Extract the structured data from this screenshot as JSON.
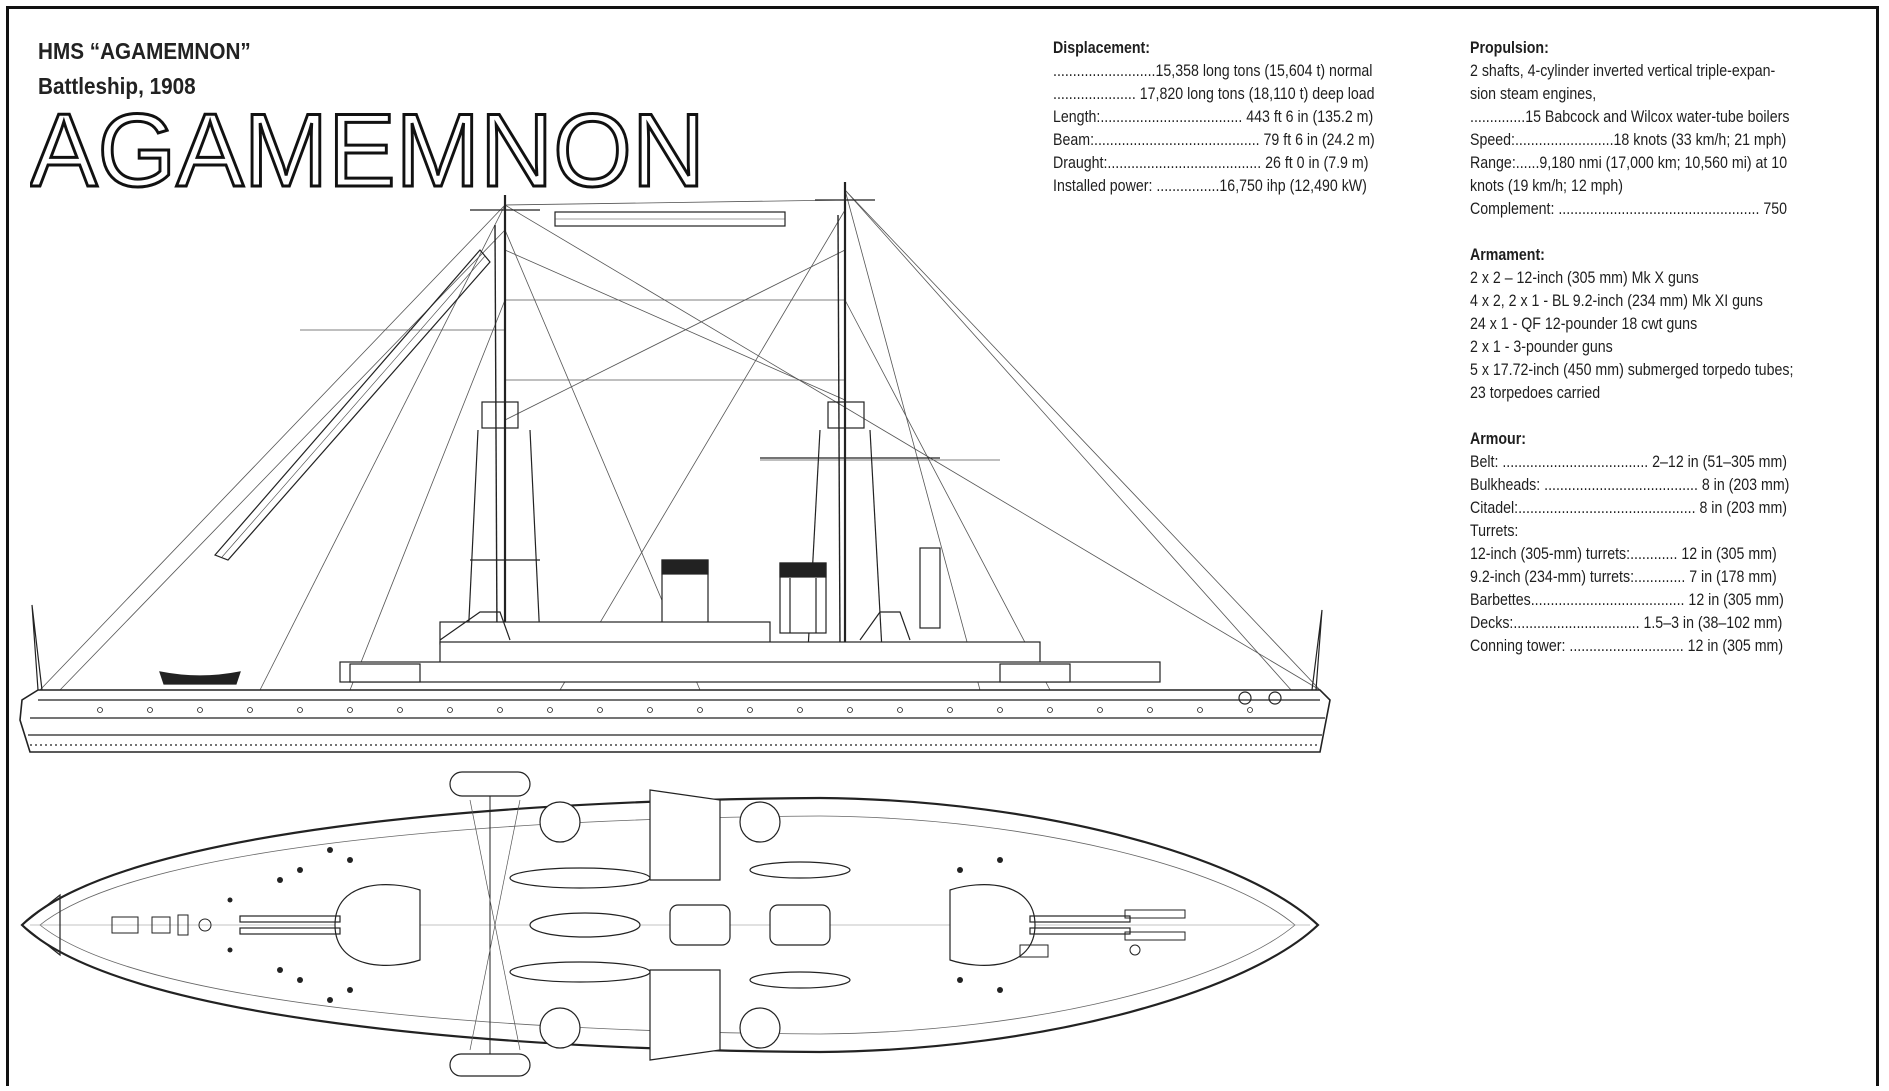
{
  "header": {
    "line1": "HMS “AGAMEMNON”",
    "line2": "Battleship, 1908",
    "big_title": "AGAMEMNON"
  },
  "specs_left": [
    {
      "key": "disp_h",
      "text": "Displacement:",
      "bold": true
    },
    {
      "key": "disp_1",
      "text": "..........................15,358 long tons (15,604 t) normal"
    },
    {
      "key": "disp_2",
      "text": "..................... 17,820 long tons (18,110 t) deep load"
    },
    {
      "key": "length",
      "text": "Length:.................................... 443 ft 6 in (135.2 m)"
    },
    {
      "key": "beam",
      "text": "Beam:.......................................... 79 ft 6 in (24.2 m)"
    },
    {
      "key": "draught",
      "text": "Draught:....................................... 26 ft 0 in (7.9 m)"
    },
    {
      "key": "power",
      "text": "Installed power: ................16,750 ihp (12,490 kW)"
    }
  ],
  "specs_right": [
    {
      "key": "prop_h",
      "text": "Propulsion:",
      "bold": true
    },
    {
      "key": "prop_1",
      "text": "2 shafts, 4-cylinder inverted vertical triple-expan-"
    },
    {
      "key": "prop_2",
      "text": "sion steam engines,"
    },
    {
      "key": "prop_3",
      "text": "..............15 Babcock and Wilcox water-tube boilers"
    },
    {
      "key": "speed",
      "text": "Speed:.........................18 knots (33 km/h; 21 mph)"
    },
    {
      "key": "range_1",
      "text": "Range:......9,180 nmi (17,000 km; 10,560 mi) at 10"
    },
    {
      "key": "range_2",
      "text": "knots (19 km/h; 12 mph)"
    },
    {
      "key": "compl",
      "text": "Complement: ................................................... 750"
    },
    {
      "key": "gap1",
      "text": "",
      "gap": true
    },
    {
      "key": "arm_h",
      "text": "Armament:",
      "bold": true
    },
    {
      "key": "arm_1",
      "text": "2 x 2 –  12-inch (305 mm) Mk X guns"
    },
    {
      "key": "arm_2",
      "text": "4 x 2, 2 x 1 - BL 9.2-inch (234 mm) Mk XI guns"
    },
    {
      "key": "arm_3",
      "text": "24 x 1 - QF 12-pounder 18 cwt guns"
    },
    {
      "key": "arm_4",
      "text": "2 x 1 - 3-pounder guns"
    },
    {
      "key": "arm_5",
      "text": "5 x 17.72-inch (450 mm) submerged torpedo tubes;"
    },
    {
      "key": "arm_6",
      "text": "23 torpedoes carried"
    },
    {
      "key": "gap2",
      "text": "",
      "gap": true
    },
    {
      "key": "armour_h",
      "text": "Armour:",
      "bold": true
    },
    {
      "key": "belt",
      "text": "Belt: ..................................... 2–12 in (51–305 mm)"
    },
    {
      "key": "bulk",
      "text": "Bulkheads: ....................................... 8 in (203 mm)"
    },
    {
      "key": "citadel",
      "text": "Citadel:............................................. 8 in (203 mm)"
    },
    {
      "key": "turrets",
      "text": "Turrets:"
    },
    {
      "key": "tur_12",
      "text": "12-inch (305-mm) turrets:............ 12 in (305 mm)"
    },
    {
      "key": "tur_92",
      "text": "9.2-inch (234-mm) turrets:............. 7 in (178 mm)"
    },
    {
      "key": "barb",
      "text": "Barbettes....................................... 12 in (305 mm)"
    },
    {
      "key": "decks",
      "text": "Decks:................................ 1.5–3 in (38–102 mm)"
    },
    {
      "key": "conn",
      "text": "Conning tower: ............................. 12 in (305 mm)"
    }
  ]
}
